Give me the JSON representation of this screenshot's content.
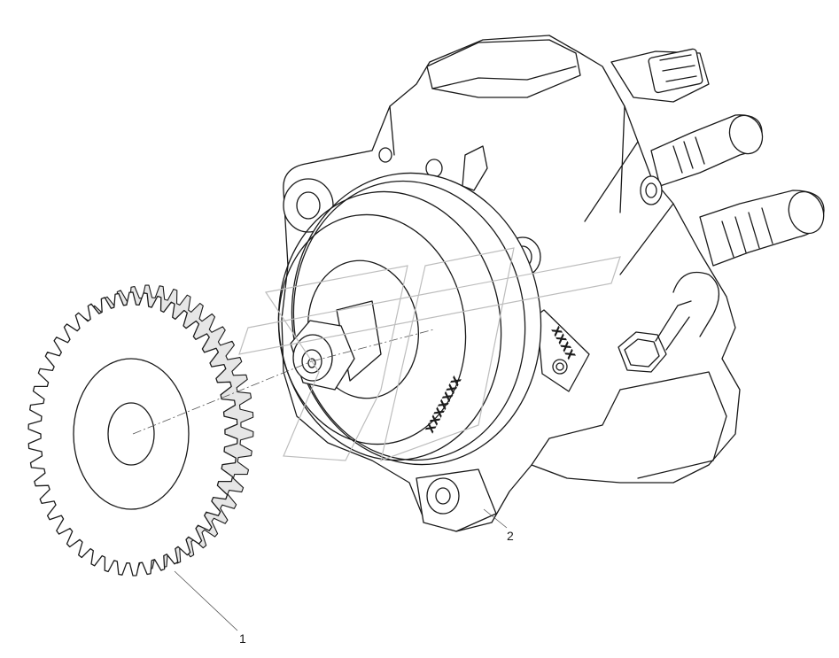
{
  "callouts": {
    "gear": "1",
    "pump": "2"
  },
  "markings": {
    "flange_code": "XXXXXXX",
    "plate_code": "XXXX"
  },
  "colors": {
    "line": "#1a1a1a",
    "paper": "#ffffff",
    "watermark": "#bdbdbd"
  }
}
